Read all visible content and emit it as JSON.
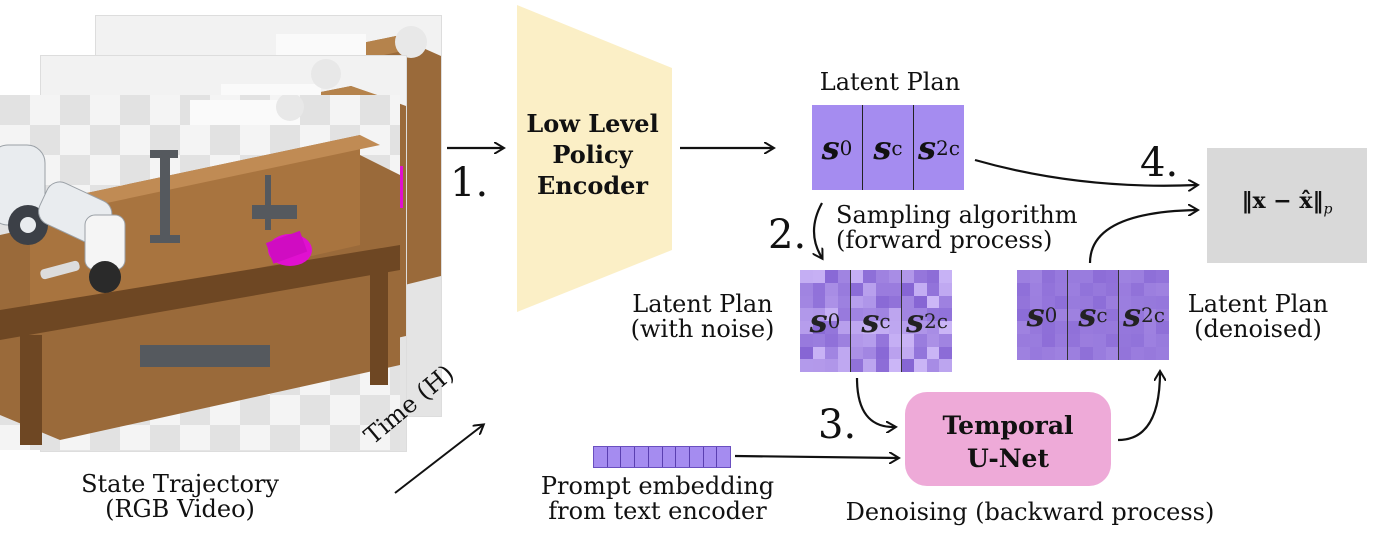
{
  "labels": {
    "state_trajectory": [
      "State Trajectory",
      "(RGB Video)"
    ],
    "time": "Time (H)",
    "encoder": [
      "Low Level",
      "Policy",
      "Encoder"
    ],
    "latent_plan_top": "Latent Plan",
    "sampling": [
      "Sampling algorithm",
      "(forward process)"
    ],
    "latent_noise": [
      "Latent Plan",
      "(with noise)"
    ],
    "latent_denoised": [
      "Latent Plan",
      "(denoised)"
    ],
    "unet": [
      "Temporal",
      "U-Net"
    ],
    "prompt": [
      "Prompt embedding",
      "from text encoder"
    ],
    "denoising": "Denoising (backward process)",
    "loss": "‖x − x̂‖",
    "loss_sub": "p"
  },
  "steps": [
    "1.",
    "2.",
    "3.",
    "4."
  ],
  "plan_cells": [
    {
      "sym": "s",
      "sub": "0"
    },
    {
      "sym": "s",
      "sub": "c"
    },
    {
      "sym": "s",
      "sub": "2c"
    }
  ],
  "colors": {
    "plan": "#a58cf0",
    "plan_denoised": "#9b82ec",
    "encoder": "#fbefc6",
    "unet": "#eeaad8",
    "loss_box": "#d9d9d9",
    "wood": "#9a6a3a",
    "wood_dark": "#6e4723",
    "magenta": "#e010d0",
    "robot": "#e9ecef",
    "floor_a": "#e6e6e6",
    "floor_b": "#f4f4f4"
  },
  "icons": [
    "arrow-icon",
    "robot-arm-icon",
    "cylinder-icon"
  ]
}
